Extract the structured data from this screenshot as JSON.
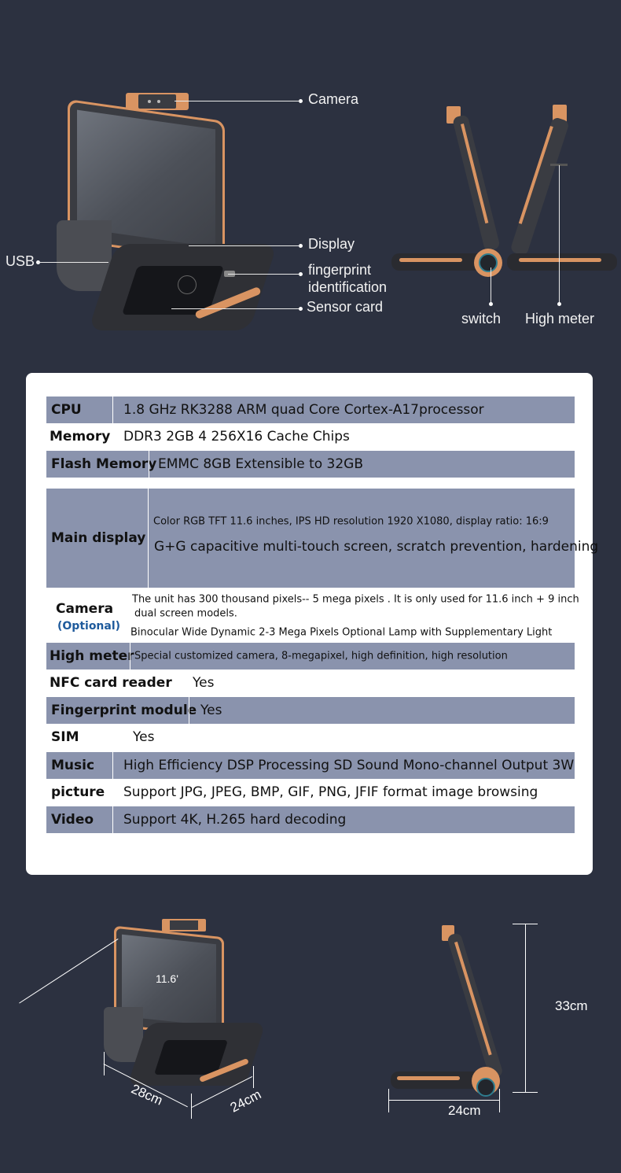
{
  "callouts": {
    "camera": "Camera",
    "display": "Display",
    "usb": "USB",
    "fingerprint_line1": "fingerprint",
    "fingerprint_line2": "identification",
    "sensor_card": "Sensor card",
    "switch": "switch",
    "high_meter": "High meter"
  },
  "specs": {
    "cpu": {
      "label": "CPU",
      "value": "1.8 GHz   RK3288   ARM  quad Core Cortex-A17processor"
    },
    "memory": {
      "label": "Memory",
      "value": "DDR3 2GB 4 256X16 Cache Chips"
    },
    "flash": {
      "label": "Flash Memory",
      "value": "EMMC 8GB  Extensible to 32GB"
    },
    "main_display": {
      "label": "Main display",
      "line1": "Color RGB TFT 11.6 inches, IPS HD resolution 1920 X1080, display ratio: 16:9",
      "line2": "G+G capacitive multi-touch screen, scratch prevention, hardening"
    },
    "camera": {
      "label": "Camera",
      "sublabel": "(Optional)",
      "line1": "The unit has 300 thousand pixels-- 5 mega pixels . It is only used for 11.6 inch + 9 inch",
      "line2": "dual screen models.",
      "line3": "Binocular Wide Dynamic 2-3 Mega Pixels Optional Lamp with Supplementary Light"
    },
    "high_meter": {
      "label": "High meter",
      "value": "Special customized camera, 8-megapixel, high definition, high resolution"
    },
    "nfc": {
      "label": "NFC card reader",
      "value": "Yes"
    },
    "fingerprint": {
      "label": "Fingerprint module",
      "value": "Yes"
    },
    "sim": {
      "label": "SIM",
      "value": "Yes"
    },
    "music": {
      "label": "Music",
      "value": "High Efficiency DSP Processing SD Sound Mono-channel Output 3W"
    },
    "picture": {
      "label": "picture",
      "value": "Support JPG, JPEG, BMP, GIF, PNG, JFIF format image browsing"
    },
    "video": {
      "label": "Video",
      "value": "Support 4K, H.265 hard decoding"
    }
  },
  "dimensions": {
    "diagonal": "11.6'",
    "width": "28cm",
    "depth": "24cm",
    "height": "33cm",
    "side_depth": "24cm"
  },
  "colors": {
    "background": "#2c3140",
    "row_shade": "#8a93ad",
    "accent_copper": "#d99462"
  }
}
